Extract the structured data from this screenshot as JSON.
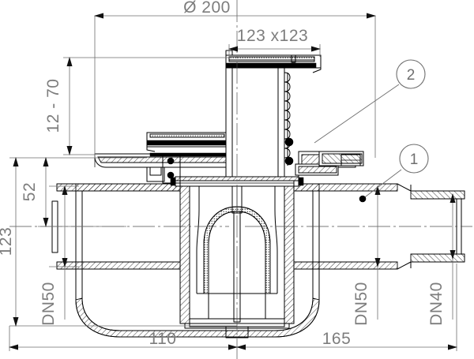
{
  "drawing": {
    "title": "Floor drain sectional assembly drawing",
    "type": "technical-cad-section",
    "line_color": "#000000",
    "dimension_color": "#7d7d7d",
    "background": "#ffffff"
  },
  "dimensions": {
    "diameter_top": "Ø 200",
    "grate_square": "123 x123",
    "height_adjust": "12 - 70",
    "height_52": "52",
    "height_total": "123",
    "inlet_left": "DN50",
    "outlet_mid": "DN50",
    "outlet_right": "DN40",
    "length_left": "110",
    "length_right": "165"
  },
  "callouts": [
    {
      "id": "1",
      "label": "1"
    },
    {
      "id": "2",
      "label": "2"
    }
  ]
}
